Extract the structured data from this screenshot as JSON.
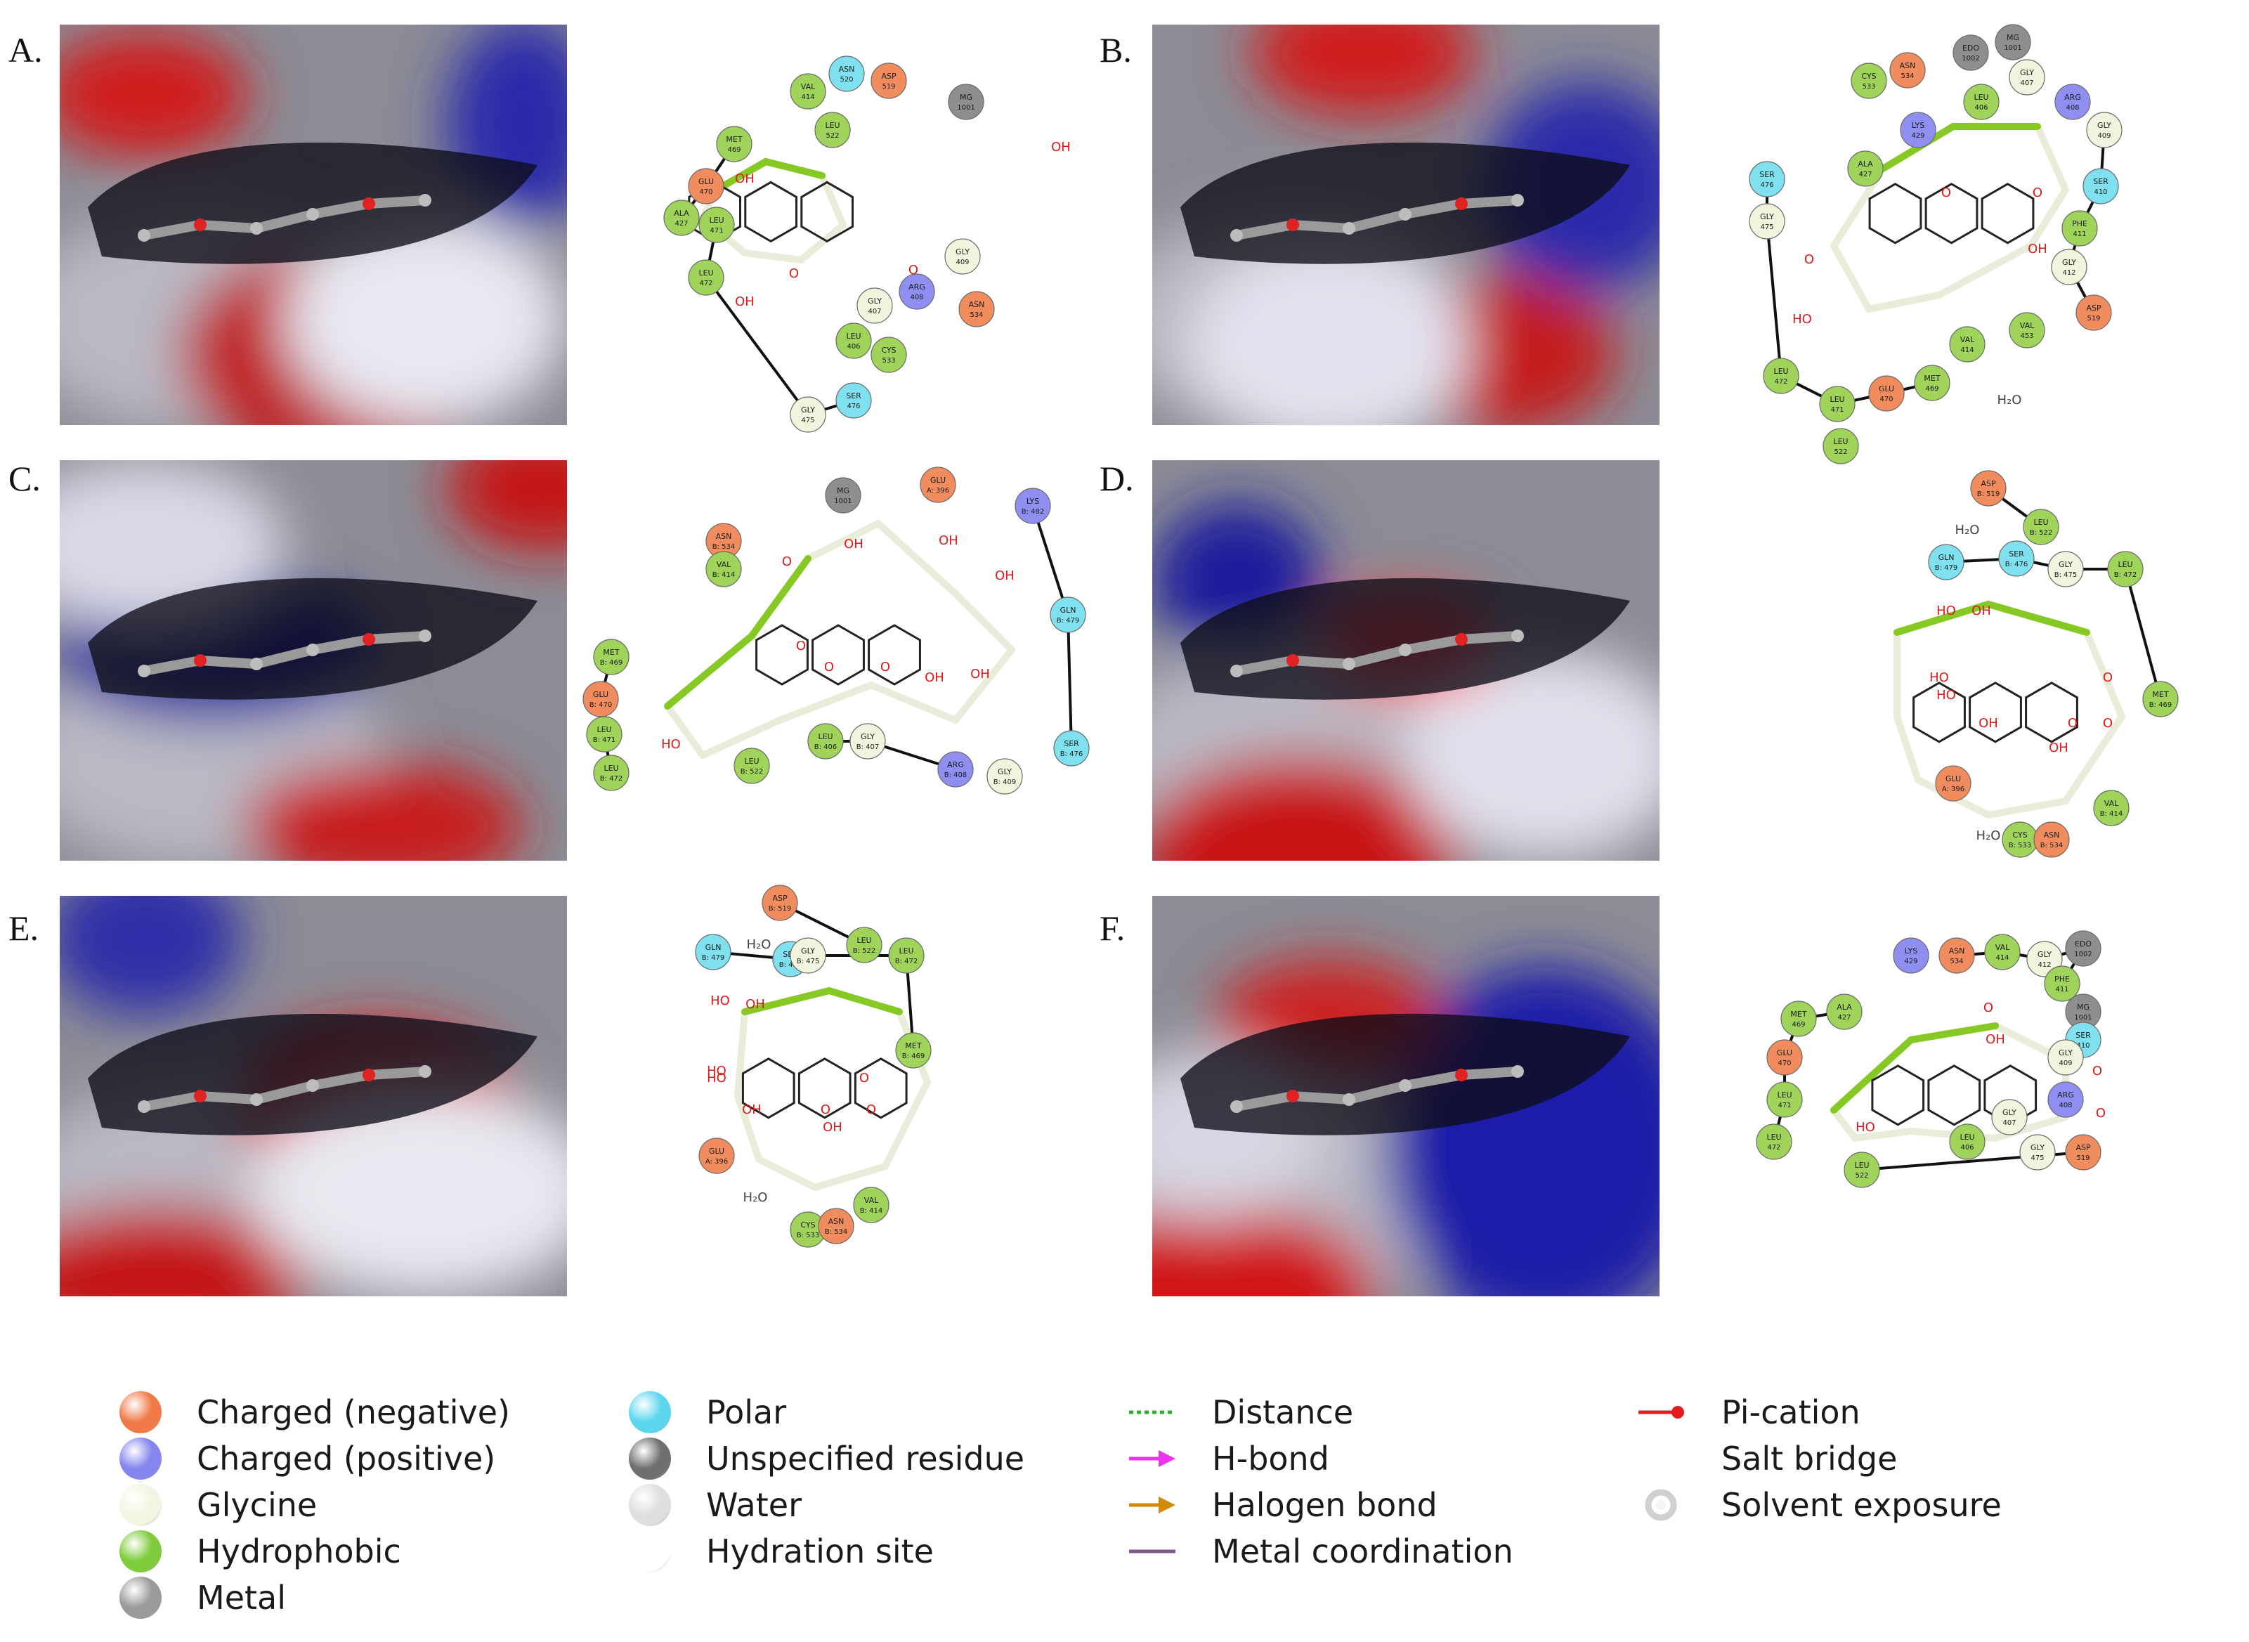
{
  "panels": [
    {
      "label": "A.",
      "residues": [
        {
          "name": "VAL",
          "num": "414",
          "type": "hydrophobic"
        },
        {
          "name": "ASN",
          "num": "520",
          "type": "polar"
        },
        {
          "name": "ASP",
          "num": "519",
          "type": "negative"
        },
        {
          "name": "MG",
          "num": "1001",
          "type": "unspecified"
        },
        {
          "name": "LEU",
          "num": "522",
          "type": "hydrophobic"
        },
        {
          "name": "MET",
          "num": "469",
          "type": "hydrophobic"
        },
        {
          "name": "GLU",
          "num": "470",
          "type": "negative"
        },
        {
          "name": "ALA",
          "num": "427",
          "type": "hydrophobic"
        },
        {
          "name": "LEU",
          "num": "471",
          "type": "hydrophobic"
        },
        {
          "name": "LEU",
          "num": "472",
          "type": "hydrophobic"
        },
        {
          "name": "GLY",
          "num": "409",
          "type": "glycine"
        },
        {
          "name": "ARG",
          "num": "408",
          "type": "positive"
        },
        {
          "name": "GLY",
          "num": "407",
          "type": "glycine"
        },
        {
          "name": "ASN",
          "num": "534",
          "type": "negative"
        },
        {
          "name": "LEU",
          "num": "406",
          "type": "hydrophobic"
        },
        {
          "name": "CYS",
          "num": "533",
          "type": "hydrophobic"
        },
        {
          "name": "GLY",
          "num": "475",
          "type": "glycine"
        },
        {
          "name": "SER",
          "num": "476",
          "type": "polar"
        }
      ],
      "atoms": [
        "OH",
        "OH",
        "OH",
        "O",
        "O"
      ]
    },
    {
      "label": "B.",
      "residues": [
        {
          "name": "CYS",
          "num": "533",
          "type": "hydrophobic"
        },
        {
          "name": "ASN",
          "num": "534",
          "type": "negative"
        },
        {
          "name": "EDO",
          "num": "1002",
          "type": "unspecified"
        },
        {
          "name": "MG",
          "num": "1001",
          "type": "unspecified"
        },
        {
          "name": "GLY",
          "num": "407",
          "type": "glycine"
        },
        {
          "name": "LEU",
          "num": "406",
          "type": "hydrophobic"
        },
        {
          "name": "ARG",
          "num": "408",
          "type": "positive"
        },
        {
          "name": "LYS",
          "num": "429",
          "type": "positive"
        },
        {
          "name": "GLY",
          "num": "409",
          "type": "glycine"
        },
        {
          "name": "SER",
          "num": "476",
          "type": "polar"
        },
        {
          "name": "ALA",
          "num": "427",
          "type": "hydrophobic"
        },
        {
          "name": "SER",
          "num": "410",
          "type": "polar"
        },
        {
          "name": "GLY",
          "num": "475",
          "type": "glycine"
        },
        {
          "name": "PHE",
          "num": "411",
          "type": "hydrophobic"
        },
        {
          "name": "GLY",
          "num": "412",
          "type": "glycine"
        },
        {
          "name": "ASP",
          "num": "519",
          "type": "negative"
        },
        {
          "name": "VAL",
          "num": "414",
          "type": "hydrophobic"
        },
        {
          "name": "VAL",
          "num": "453",
          "type": "hydrophobic"
        },
        {
          "name": "LEU",
          "num": "472",
          "type": "hydrophobic"
        },
        {
          "name": "MET",
          "num": "469",
          "type": "hydrophobic"
        },
        {
          "name": "GLU",
          "num": "470",
          "type": "negative"
        },
        {
          "name": "LEU",
          "num": "471",
          "type": "hydrophobic"
        },
        {
          "name": "LEU",
          "num": "522",
          "type": "hydrophobic"
        }
      ],
      "atoms": [
        "O",
        "O",
        "O",
        "OH",
        "HO",
        "H₂O"
      ]
    },
    {
      "label": "C.",
      "residues": [
        {
          "name": "ASN",
          "num": "B: 534",
          "type": "negative"
        },
        {
          "name": "MG",
          "num": "1001",
          "type": "unspecified"
        },
        {
          "name": "GLU",
          "num": "A: 396",
          "type": "negative"
        },
        {
          "name": "LYS",
          "num": "B: 482",
          "type": "positive"
        },
        {
          "name": "VAL",
          "num": "B: 414",
          "type": "hydrophobic"
        },
        {
          "name": "GLN",
          "num": "B: 479",
          "type": "polar"
        },
        {
          "name": "MET",
          "num": "B: 469",
          "type": "hydrophobic"
        },
        {
          "name": "GLU",
          "num": "B: 470",
          "type": "negative"
        },
        {
          "name": "LEU",
          "num": "B: 471",
          "type": "hydrophobic"
        },
        {
          "name": "LEU",
          "num": "B: 472",
          "type": "hydrophobic"
        },
        {
          "name": "LEU",
          "num": "B: 406",
          "type": "hydrophobic"
        },
        {
          "name": "GLY",
          "num": "B: 407",
          "type": "glycine"
        },
        {
          "name": "LEU",
          "num": "B: 522",
          "type": "hydrophobic"
        },
        {
          "name": "ARG",
          "num": "B: 408",
          "type": "positive"
        },
        {
          "name": "GLY",
          "num": "B: 409",
          "type": "glycine"
        },
        {
          "name": "SER",
          "num": "B: 476",
          "type": "polar"
        }
      ],
      "atoms": [
        "O",
        "OH",
        "OH",
        "OH",
        "OH",
        "OH",
        "HO",
        "O",
        "O",
        "O"
      ]
    },
    {
      "label": "D.",
      "residues": [
        {
          "name": "ASP",
          "num": "B: 519",
          "type": "negative"
        },
        {
          "name": "LEU",
          "num": "B: 522",
          "type": "hydrophobic"
        },
        {
          "name": "GLN",
          "num": "B: 479",
          "type": "polar"
        },
        {
          "name": "SER",
          "num": "B: 476",
          "type": "polar"
        },
        {
          "name": "GLY",
          "num": "B: 475",
          "type": "glycine"
        },
        {
          "name": "LEU",
          "num": "B: 472",
          "type": "hydrophobic"
        },
        {
          "name": "MET",
          "num": "B: 469",
          "type": "hydrophobic"
        },
        {
          "name": "GLU",
          "num": "A: 396",
          "type": "negative"
        },
        {
          "name": "VAL",
          "num": "B: 414",
          "type": "hydrophobic"
        },
        {
          "name": "CYS",
          "num": "B: 533",
          "type": "hydrophobic"
        },
        {
          "name": "ASN",
          "num": "B: 534",
          "type": "negative"
        }
      ],
      "atoms": [
        "H₂O",
        "HO",
        "OH",
        "HO",
        "HO",
        "OH",
        "O",
        "O",
        "O",
        "OH",
        "H₂O"
      ]
    },
    {
      "label": "E.",
      "residues": [
        {
          "name": "ASP",
          "num": "B: 519",
          "type": "negative"
        },
        {
          "name": "LEU",
          "num": "B: 522",
          "type": "hydrophobic"
        },
        {
          "name": "GLN",
          "num": "B: 479",
          "type": "polar"
        },
        {
          "name": "SER",
          "num": "B: 476",
          "type": "polar"
        },
        {
          "name": "GLY",
          "num": "B: 475",
          "type": "glycine"
        },
        {
          "name": "LEU",
          "num": "B: 472",
          "type": "hydrophobic"
        },
        {
          "name": "MET",
          "num": "B: 469",
          "type": "hydrophobic"
        },
        {
          "name": "GLU",
          "num": "A: 396",
          "type": "negative"
        },
        {
          "name": "VAL",
          "num": "B: 414",
          "type": "hydrophobic"
        },
        {
          "name": "CYS",
          "num": "B: 533",
          "type": "hydrophobic"
        },
        {
          "name": "ASN",
          "num": "B: 534",
          "type": "negative"
        }
      ],
      "atoms": [
        "H₂O",
        "HO",
        "OH",
        "HO",
        "HO",
        "OH",
        "O",
        "O",
        "O",
        "OH",
        "H₂O"
      ]
    },
    {
      "label": "F.",
      "residues": [
        {
          "name": "LYS",
          "num": "429",
          "type": "positive"
        },
        {
          "name": "ASN",
          "num": "534",
          "type": "negative"
        },
        {
          "name": "VAL",
          "num": "414",
          "type": "hydrophobic"
        },
        {
          "name": "GLY",
          "num": "412",
          "type": "glycine"
        },
        {
          "name": "EDO",
          "num": "1002",
          "type": "unspecified"
        },
        {
          "name": "PHE",
          "num": "411",
          "type": "hydrophobic"
        },
        {
          "name": "MG",
          "num": "1001",
          "type": "unspecified"
        },
        {
          "name": "ALA",
          "num": "427",
          "type": "hydrophobic"
        },
        {
          "name": "MET",
          "num": "469",
          "type": "hydrophobic"
        },
        {
          "name": "SER",
          "num": "410",
          "type": "polar"
        },
        {
          "name": "GLU",
          "num": "470",
          "type": "negative"
        },
        {
          "name": "GLY",
          "num": "409",
          "type": "glycine"
        },
        {
          "name": "LEU",
          "num": "471",
          "type": "hydrophobic"
        },
        {
          "name": "ARG",
          "num": "408",
          "type": "positive"
        },
        {
          "name": "LEU",
          "num": "472",
          "type": "hydrophobic"
        },
        {
          "name": "GLY",
          "num": "407",
          "type": "glycine"
        },
        {
          "name": "LEU",
          "num": "406",
          "type": "hydrophobic"
        },
        {
          "name": "GLY",
          "num": "475",
          "type": "glycine"
        },
        {
          "name": "LEU",
          "num": "522",
          "type": "hydrophobic"
        },
        {
          "name": "ASP",
          "num": "519",
          "type": "negative"
        }
      ],
      "atoms": [
        "O",
        "OH",
        "O",
        "O",
        "HO"
      ]
    }
  ],
  "residue_colors": {
    "negative": "#f08c5e",
    "positive": "#8e8ff0",
    "glycine": "#f2f4de",
    "hydrophobic": "#9fd35a",
    "polar": "#7fe0ef",
    "unspecified": "#8e8e8e",
    "metal": "#a9a9a9",
    "water": "#e4e4e4"
  },
  "legend": {
    "residues": [
      {
        "label": "Charged (negative)",
        "color": "#f07a47"
      },
      {
        "label": "Charged (positive)",
        "color": "#8585ee"
      },
      {
        "label": "Glycine",
        "color": "#f4f4e2"
      },
      {
        "label": "Hydrophobic",
        "color": "#7fcc3c"
      },
      {
        "label": "Metal",
        "color": "#9a9a9a"
      }
    ],
    "others": [
      {
        "label": "Polar",
        "color": "#5cd6ee"
      },
      {
        "label": "Unspecified residue",
        "color": "#6f6f6f"
      },
      {
        "label": "Water",
        "color": "#dedede"
      },
      {
        "label": "Hydration site",
        "color": "#ffffff"
      }
    ],
    "interactions": [
      {
        "label": "Distance",
        "color": "#22bb22"
      },
      {
        "label": "H-bond",
        "color": "#ee33ee"
      },
      {
        "label": "Halogen bond",
        "color": "#d48a06"
      },
      {
        "label": "Metal coordination",
        "color": "#7a5a8a"
      }
    ],
    "more": [
      {
        "label": "Pi-cation",
        "color": "#e11d1d"
      },
      {
        "label": "Salt bridge",
        "color": "#6633bb"
      },
      {
        "label": "Solvent exposure",
        "color": "#cccccc"
      }
    ]
  }
}
